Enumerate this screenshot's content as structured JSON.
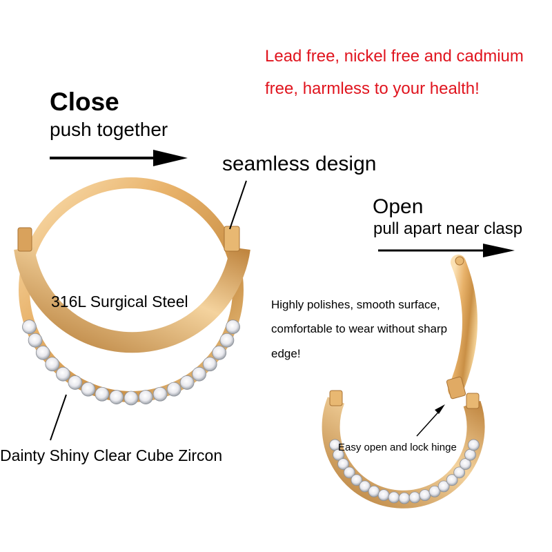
{
  "health_note": {
    "line1": "Lead free, nickel free and cadmium",
    "line2": "free, harmless to your health!",
    "color": "#e0141e"
  },
  "close_label": {
    "title": "Close",
    "subtitle": "push together"
  },
  "seamless_label": "seamless design",
  "open_label": {
    "title": "Open",
    "subtitle": "pull apart near clasp"
  },
  "material_label": "316L Surgical Steel",
  "polish_note": {
    "line1": "Highly polishes, smooth surface,",
    "line2": "comfortable to wear without sharp",
    "line3": "edge!"
  },
  "hinge_label": "Easy open and lock hinge",
  "zircon_label": "Dainty Shiny Clear Cube Zircon",
  "colors": {
    "gold": "#e8b26a",
    "gold_dark": "#b07a38",
    "gold_light": "#fbe1b4"
  },
  "icons": [
    "arrow-right-icon",
    "arrow-right-icon",
    "closed-ring-image",
    "open-ring-image",
    "pointer-line",
    "pointer-arrow"
  ]
}
